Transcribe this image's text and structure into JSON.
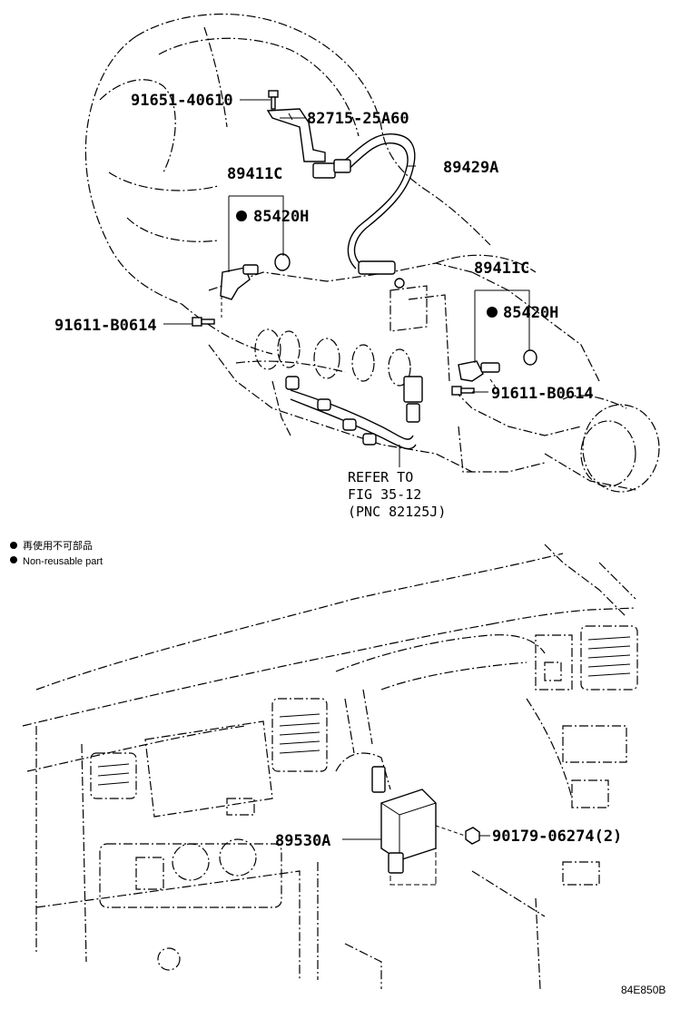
{
  "callouts": {
    "bolt_top": "91651-40610",
    "bracket": "82715-25A60",
    "harness": "89429A",
    "sensor_left": "89411C",
    "sensor_left_sub": "85420H",
    "bolt_left": "91611-B0614",
    "sensor_right": "89411C",
    "sensor_right_sub": "85420H",
    "bolt_right": "91611-B0614",
    "ecu": "89530A",
    "nut": "90179-06274(2)"
  },
  "reference": {
    "line1": "REFER TO",
    "line2": "FIG 35-12",
    "line3": "(PNC 82125J)"
  },
  "legend": {
    "japanese": "再使用不可部品",
    "english": "Non-reusable part"
  },
  "illustration_id": "84E850B"
}
